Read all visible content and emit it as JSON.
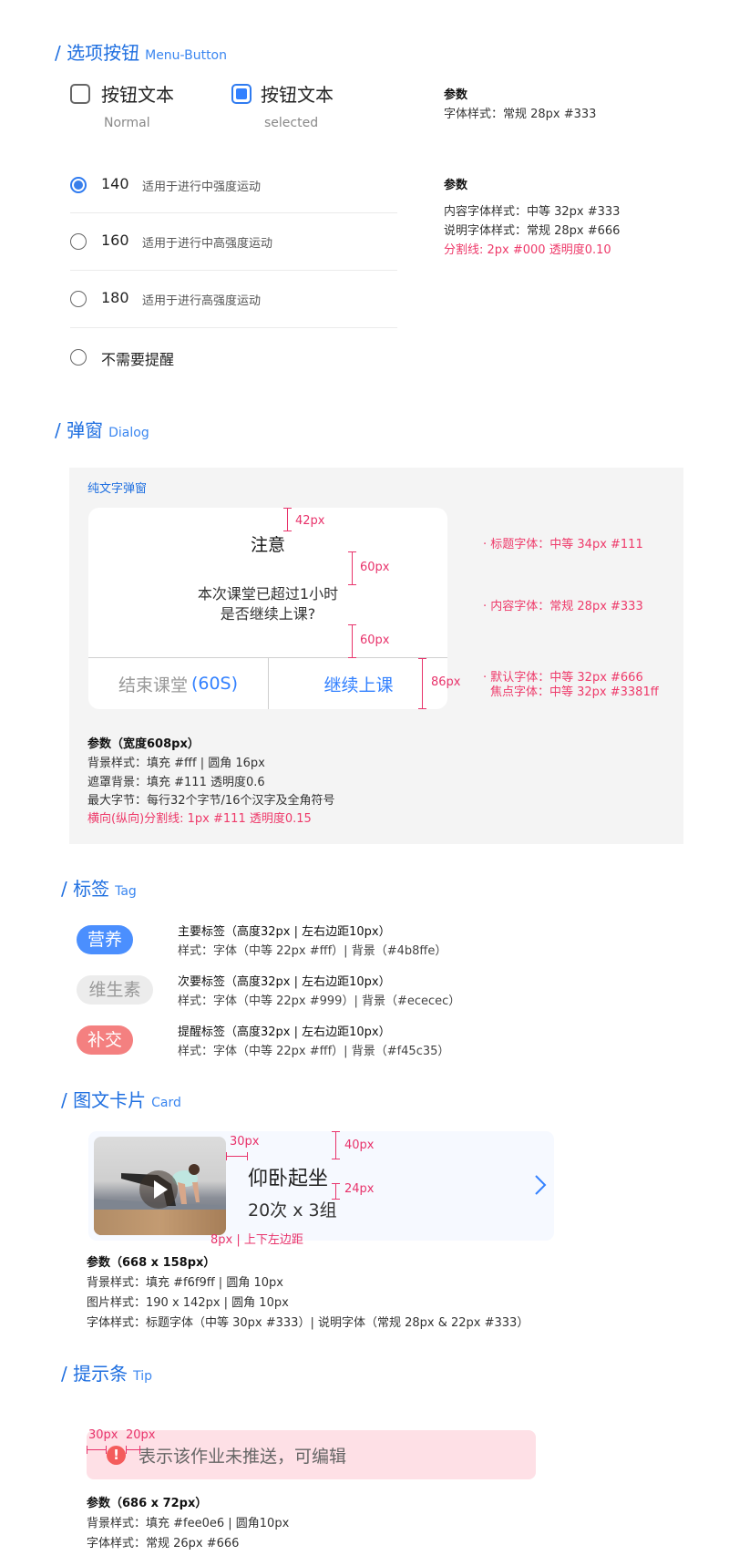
{
  "menu_button": {
    "title": "/ 选项按钮",
    "title_en": "Menu-Button",
    "checkboxes": [
      {
        "label": "按钮文本",
        "state": "Normal",
        "checked": false
      },
      {
        "label": "按钮文本",
        "state": "selected",
        "checked": true
      }
    ],
    "checkbox_params": {
      "head": "参数",
      "lines": [
        "字体样式：常规  28px  #333"
      ]
    },
    "radios": [
      {
        "value": "140",
        "desc": "适用于进行中强度运动",
        "selected": true
      },
      {
        "value": "160",
        "desc": "适用于进行中高强度运动",
        "selected": false
      },
      {
        "value": "180",
        "desc": "适用于进行高强度运动",
        "selected": false
      },
      {
        "value": "不需要提醒",
        "desc": "",
        "selected": false
      }
    ],
    "radio_params": {
      "head": "参数",
      "lines": [
        "内容字体样式：中等  32px  #333",
        "说明字体样式：常规  28px  #666"
      ],
      "divider_note": "分割线: 2px  #000  透明度0.10"
    }
  },
  "dialog": {
    "title": "/ 弹窗",
    "title_en": "Dialog",
    "subtitle": "纯文字弹窗",
    "box": {
      "heading": "注意",
      "body_line1": "本次课堂已超过1小时",
      "body_line2": "是否继续上课?",
      "cancel_label": "结束课堂",
      "countdown": "(60S)",
      "confirm_label": "继续上课"
    },
    "measures": [
      "42px",
      "60px",
      "60px",
      "86px"
    ],
    "notes": {
      "title_font": "· 标题字体：中等 34px #111",
      "content_font": "· 内容字体：常规 28px #333",
      "default_font": "· 默认字体：中等 32px #666",
      "focus_font": "焦点字体：中等 32px #3381ff"
    },
    "params": {
      "head": "参数（宽度608px）",
      "lines": [
        "背景样式：填充 #fff  |  圆角 16px",
        "遮罩背景：填充 #111  透明度0.6",
        "最大字节：每行32个字节/16个汉字及全角符号"
      ],
      "divider_note": "横向(纵向)分割线: 1px  #111 透明度0.15"
    }
  },
  "tag": {
    "title": "/ 标签",
    "title_en": "Tag",
    "items": [
      {
        "label": "营养",
        "kind": "primary",
        "head": "主要标签（高度32px  |  左右边距10px）",
        "style": "样式：字体（中等 22px #fff）| 背景（#4b8ffe）"
      },
      {
        "label": "维生素",
        "kind": "secondary",
        "head": "次要标签（高度32px  |  左右边距10px）",
        "style": "样式：字体（中等 22px #999）| 背景（#ececec）"
      },
      {
        "label": "补交",
        "kind": "remind",
        "head": "提醒标签（高度32px  |  左右边距10px）",
        "style": "样式：字体（中等 22px #fff）| 背景（#f45c35）"
      }
    ]
  },
  "card": {
    "title": "/ 图文卡片",
    "title_en": "Card",
    "item": {
      "name": "仰卧起坐",
      "detail": "20次 x 3组"
    },
    "measures": {
      "left_gap": "30px",
      "top_gap": "40px",
      "mid_gap": "24px",
      "img_pad": "8px | 上下左边距"
    },
    "params": {
      "head": "参数（668 x 158px）",
      "lines": [
        "背景样式：填充 #f6f9ff |  圆角 10px",
        "图片样式：190 x 142px |  圆角 10px",
        "字体样式：标题字体（中等 30px #333）|  说明字体（常规 28px & 22px #333）"
      ]
    }
  },
  "tip": {
    "title": "/ 提示条",
    "title_en": "Tip",
    "text": "表示该作业未推送，可编辑",
    "icon": "!",
    "measures": [
      "30px",
      "20px"
    ],
    "params": {
      "head": "参数（686 x 72px）",
      "lines": [
        "背景样式：填充 #fee0e6  |  圆角10px",
        "字体样式：常规 26px #666"
      ]
    }
  },
  "colors": {
    "accent": "#3381ff",
    "section_title": "#1f6fe0",
    "annotation": "#e8336b",
    "tag_primary": "#4b8ffe",
    "tag_secondary": "#ececec",
    "tag_remind": "#f45c35",
    "card_bg": "#f6f9ff",
    "tip_bg": "#fee0e6",
    "panel_bg": "#f4f4f4"
  }
}
